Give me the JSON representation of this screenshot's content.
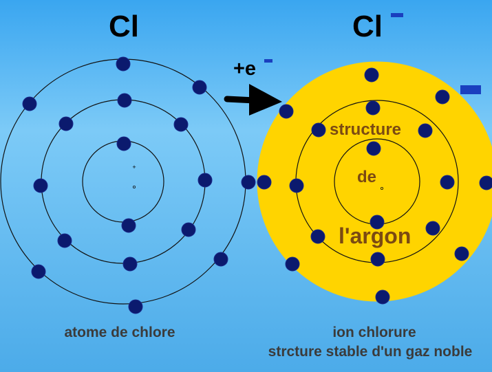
{
  "atom": {
    "title": "Cl",
    "caption": "atome de chlore"
  },
  "ion": {
    "title": "Cl",
    "charge_sign": "-",
    "caption_line1": "ion chlorure",
    "caption_line2": "strcture stable d'un gaz noble",
    "label_word1": "structure",
    "label_word2": "de",
    "label_word3": "l'argon",
    "negative_marker": "-"
  },
  "reaction": {
    "plus_electron": "+e",
    "electron_sign": "-"
  },
  "colors": {
    "background": "#4cabe9",
    "electron": "#0b1a6e",
    "ion_fill": "#ffd400",
    "label_text": "#7b4a12",
    "charge_sign": "#1a3fbf"
  },
  "shell_electrons": {
    "inner": 2,
    "middle": 8,
    "outer_atom": 7,
    "outer_ion": 8
  }
}
